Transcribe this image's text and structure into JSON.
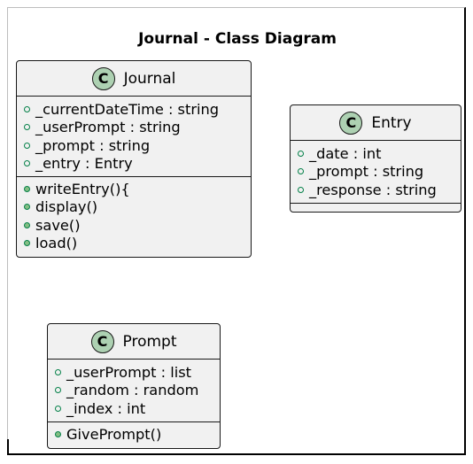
{
  "diagram": {
    "title": "Journal - Class Diagram"
  },
  "colors": {
    "class_fill": "#f1f1f1",
    "class_border": "#181818",
    "badge_fill": "#add1b2",
    "private_icon": "#038048",
    "public_icon_fill": "#84be84"
  },
  "classes": {
    "journal": {
      "badge": "C",
      "name": "Journal",
      "attributes": [
        "_currentDateTime : string",
        "_userPrompt : string",
        "_prompt : string",
        "_entry : Entry"
      ],
      "methods": [
        "writeEntry(){",
        "display()",
        "save()",
        "load()"
      ]
    },
    "entry": {
      "badge": "C",
      "name": "Entry",
      "attributes": [
        "_date : int",
        "_prompt : string",
        "_response : string"
      ],
      "methods": []
    },
    "prompt": {
      "badge": "C",
      "name": "Prompt",
      "attributes": [
        "_userPrompt : list",
        "_random : random",
        "_index : int"
      ],
      "methods": [
        "GivePrompt()"
      ]
    }
  },
  "icons": {
    "class_badge": "class-stereotype-icon",
    "private_member": "private-visibility-icon",
    "public_member": "public-visibility-icon"
  }
}
